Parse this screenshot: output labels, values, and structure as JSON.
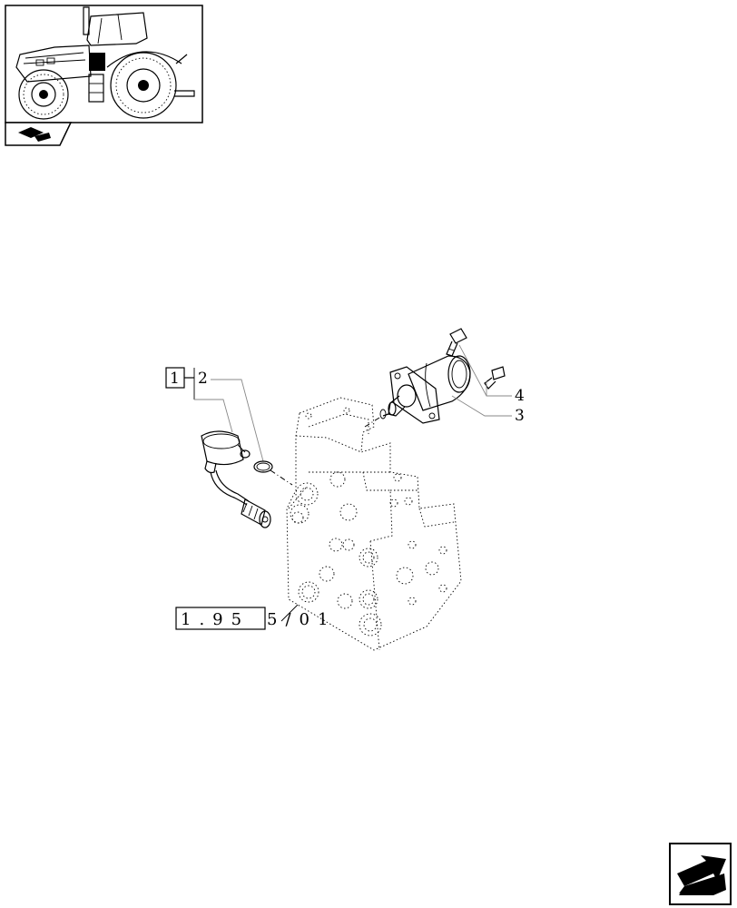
{
  "header": {
    "thumbnail_icon": "tractor-icon",
    "section_icon": "book-hand-icon"
  },
  "callouts": {
    "item_1": "1",
    "item_2": "2",
    "item_3": "3",
    "item_4": "4"
  },
  "reference": {
    "code": "1.95",
    "suffix": "5/01"
  },
  "footer": {
    "nav_icon": "next-page-arrow-icon"
  }
}
